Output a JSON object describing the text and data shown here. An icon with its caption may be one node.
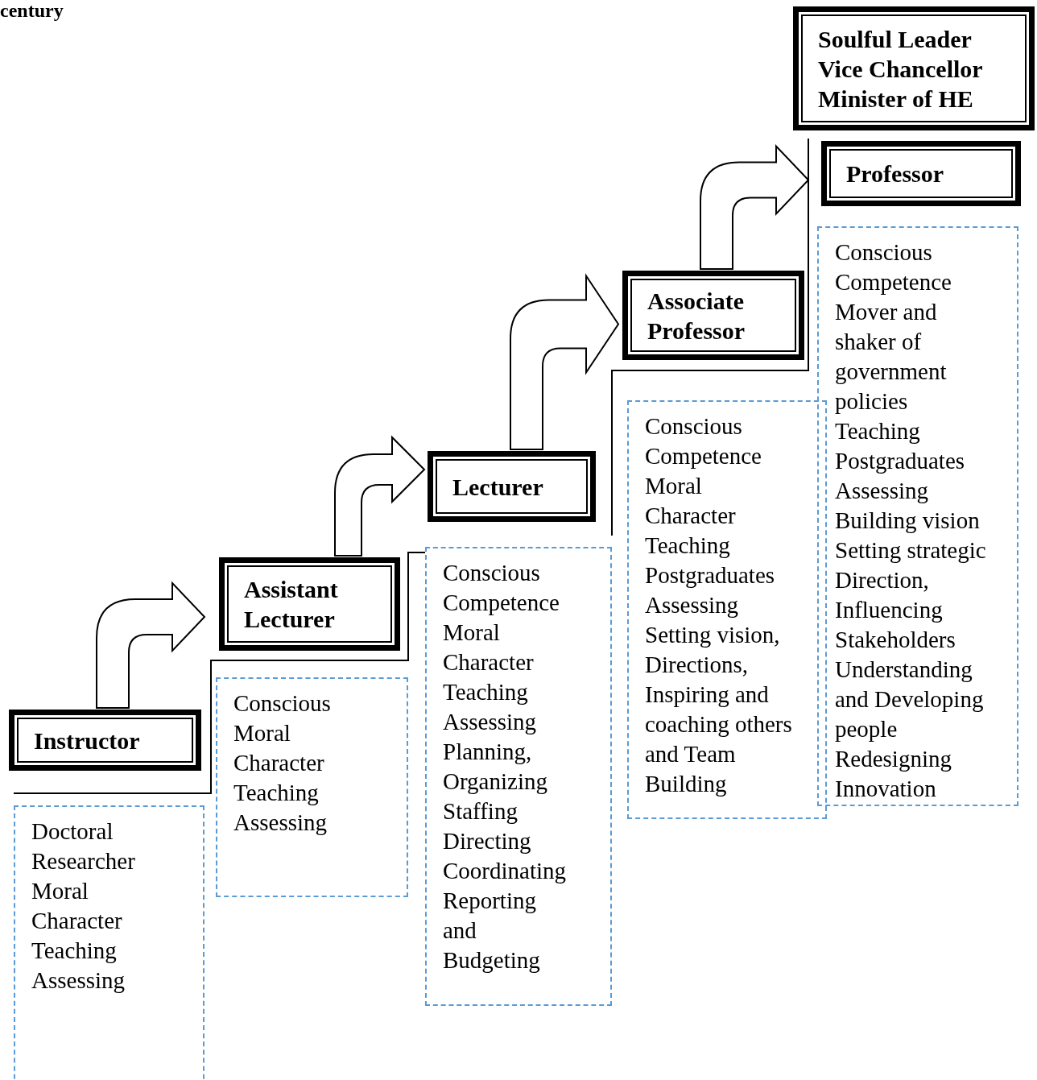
{
  "diagram": {
    "nodes": [
      {
        "text": [
          "Soulful Leader",
          "Vice Chancellor",
          "Minister of HE"
        ]
      },
      {
        "text": [
          "Professor"
        ]
      },
      {
        "text": [
          "Conscious Competence",
          "Mover and shaker of government policies",
          "Teaching Postgraduates",
          "Assessing",
          "Building vision",
          "Setting strategic Direction,",
          "Influencing Stakeholders",
          "Understanding and Developing people",
          "Redesigning",
          "Innovation"
        ]
      },
      {
        "text": [
          "Associate Professor"
        ]
      },
      {
        "text": [
          "Conscious Competence",
          "Moral Character",
          "Teaching Postgraduates",
          "Assessing",
          "Setting vision, Directions,",
          "Inspiring and coaching others and Team Building"
        ]
      },
      {
        "text": [
          "Lecturer"
        ]
      },
      {
        "text": [
          "Conscious Competence",
          "Moral Character",
          "Teaching",
          "Assessing",
          "Planning, Organizing",
          "Staffing",
          "Directing",
          "Coordinating",
          "Reporting and Budgeting"
        ]
      },
      {
        "text": [
          "Assistant Lecturer"
        ]
      },
      {
        "text": [
          "Conscious",
          "Moral Character",
          "Teaching",
          "Assessing"
        ]
      },
      {
        "text": [
          "Instructor"
        ]
      },
      {
        "text": [
          "Doctoral Researcher",
          "Moral Character",
          "Teaching",
          "Assessing"
        ]
      }
    ],
    "edges": [
      {
        "from": 9,
        "to": 7,
        "arrow": "to",
        "style": "thick"
      },
      {
        "from": 7,
        "to": 5,
        "arrow": "to",
        "style": "thick"
      },
      {
        "from": 5,
        "to": 3,
        "arrow": "to",
        "style": "thick"
      },
      {
        "from": 3,
        "to": 1,
        "arrow": "to",
        "style": "thick"
      }
    ],
    "labels": [
      "century"
    ]
  }
}
